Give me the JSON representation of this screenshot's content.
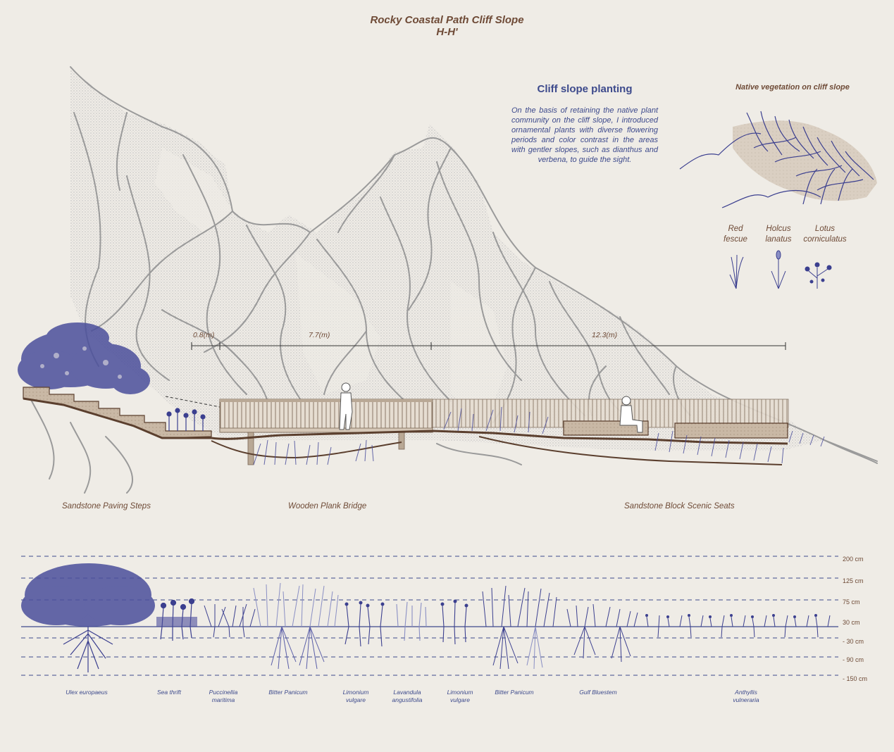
{
  "title": {
    "line1": "Rocky Coastal Path Cliff Slope",
    "line2": "H-H'"
  },
  "panel": {
    "heading": "Cliff slope planting",
    "body": "On the basis of retaining the native plant community on the cliff slope, I introduced ornamental plants with diverse flowering periods and color contrast in the areas with gentler slopes, such as dianthus and verbena, to guide the sight."
  },
  "native": {
    "heading": "Native vegetation on cliff slope",
    "species": [
      {
        "line1": "Red",
        "line2": "fescue"
      },
      {
        "line1": "Holcus",
        "line2": "lanatus"
      },
      {
        "line1": "Lotus",
        "line2": "corniculatus"
      }
    ]
  },
  "dimensions": [
    "0.8(m)",
    "7.7(m)",
    "12.3(m)"
  ],
  "section_labels": [
    "Sandstone Paving Steps",
    "Wooden Plank Bridge",
    "Sandstone Block Scenic Seats"
  ],
  "height_scale": [
    "200 cm",
    "125 cm",
    "75 cm",
    "30 cm",
    "- 30 cm",
    "- 90 cm",
    "- 150 cm"
  ],
  "plants": [
    {
      "line1": "Ulex europaeus",
      "line2": ""
    },
    {
      "line1": "Sea thrift",
      "line2": ""
    },
    {
      "line1": "Puccinellia",
      "line2": "maritima"
    },
    {
      "line1": "Bitter Panicum",
      "line2": ""
    },
    {
      "line1": "Limonium",
      "line2": "vulgare"
    },
    {
      "line1": "Lavandula",
      "line2": "angustifolia"
    },
    {
      "line1": "Limonium",
      "line2": "vulgare"
    },
    {
      "line1": "Bitter Panicum",
      "line2": ""
    },
    {
      "line1": "Gulf Bluestem",
      "line2": ""
    },
    {
      "line1": "Anthyllis",
      "line2": "vulneraria"
    }
  ],
  "colors": {
    "brown_text": "#6e4a36",
    "blue_text": "#3d4a8c",
    "background": "#efece6",
    "cliff_lines": "#9a9a9a",
    "plant_blue": "#3b3f8f",
    "sandstone": "#c9b8a5"
  }
}
